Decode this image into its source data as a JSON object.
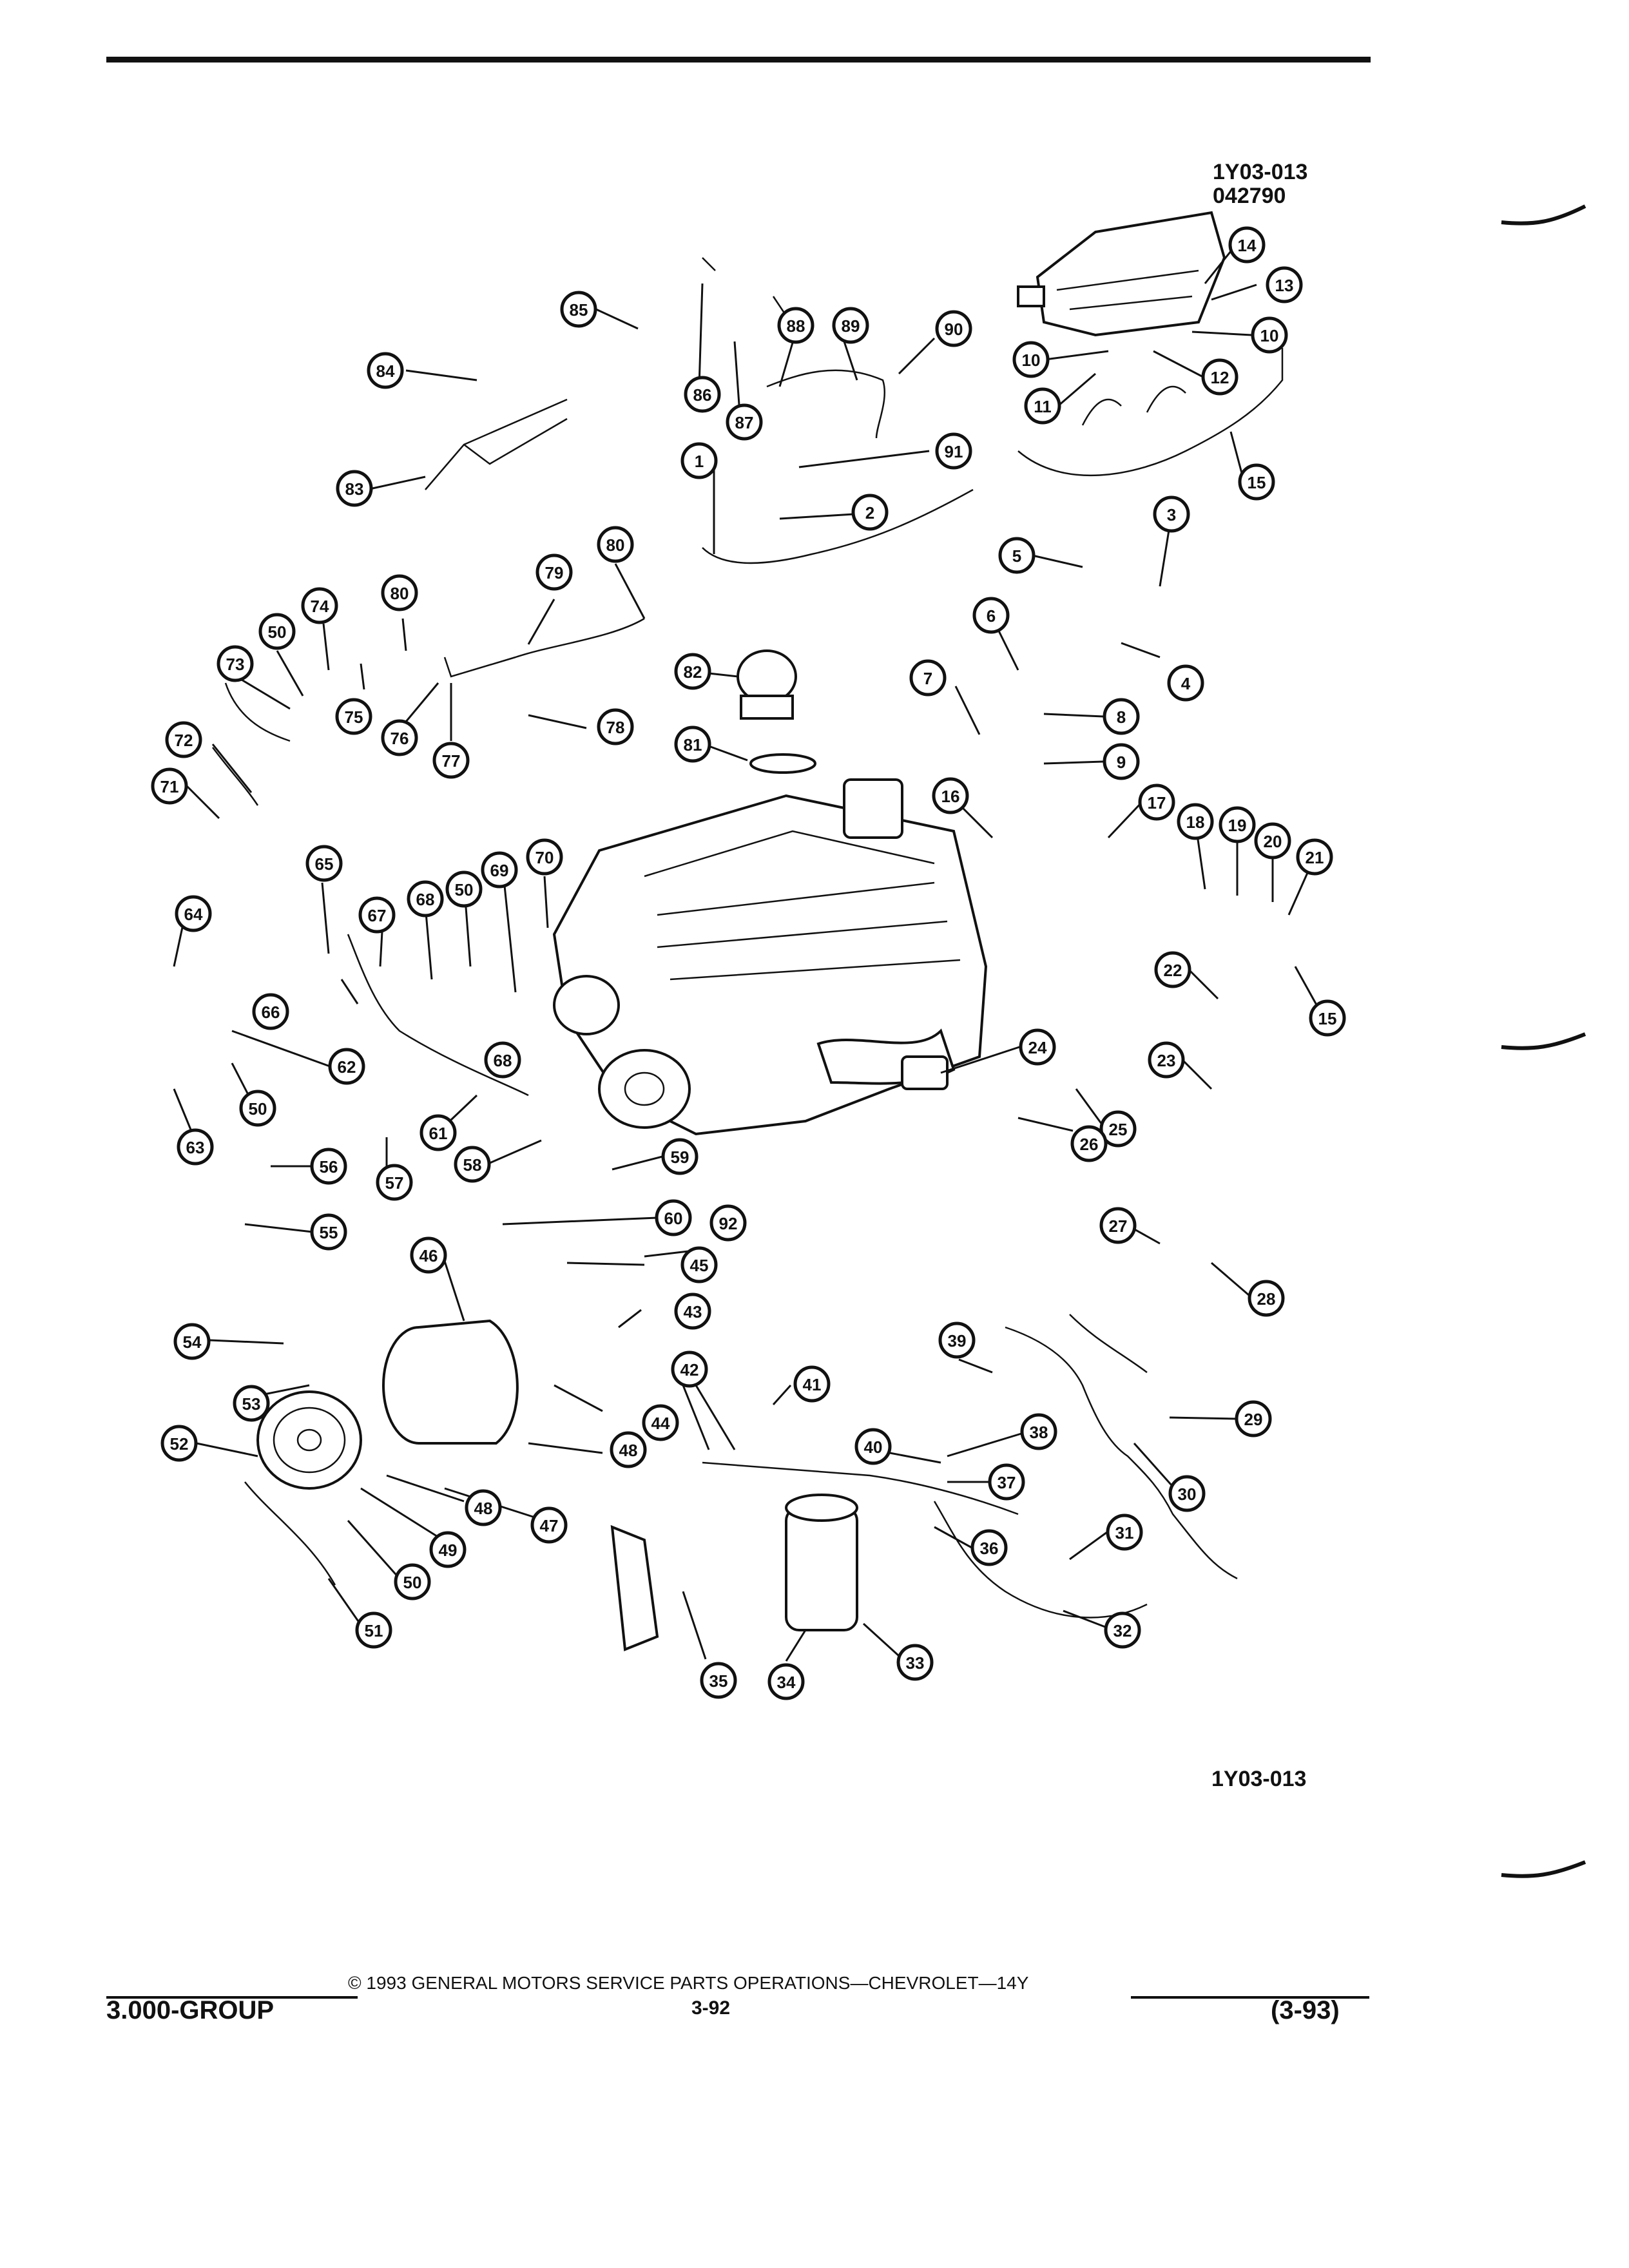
{
  "figure": {
    "code": "1Y03-013",
    "date_code": "042790",
    "bottom_code": "1Y03-013"
  },
  "callouts": [
    "1",
    "2",
    "3",
    "4",
    "5",
    "6",
    "7",
    "8",
    "9",
    "10",
    "11",
    "12",
    "13",
    "14",
    "15",
    "16",
    "17",
    "18",
    "19",
    "20",
    "21",
    "22",
    "23",
    "24",
    "25",
    "26",
    "27",
    "28",
    "29",
    "30",
    "31",
    "32",
    "33",
    "34",
    "35",
    "36",
    "37",
    "38",
    "39",
    "40",
    "41",
    "42",
    "43",
    "44",
    "45",
    "46",
    "47",
    "48",
    "49",
    "50",
    "51",
    "52",
    "53",
    "54",
    "55",
    "56",
    "57",
    "58",
    "59",
    "60",
    "61",
    "62",
    "63",
    "64",
    "65",
    "66",
    "67",
    "68",
    "69",
    "70",
    "71",
    "72",
    "73",
    "74",
    "75",
    "76",
    "77",
    "78",
    "79",
    "80",
    "81",
    "82",
    "83",
    "84",
    "85",
    "86",
    "87",
    "88",
    "89",
    "90",
    "91",
    "92"
  ],
  "footer": {
    "copyright": "©  1993  GENERAL MOTORS SERVICE PARTS OPERATIONS—CHEVROLET—14Y",
    "group": "3.000-GROUP",
    "page": "3-92",
    "revision": "(3-93)"
  }
}
